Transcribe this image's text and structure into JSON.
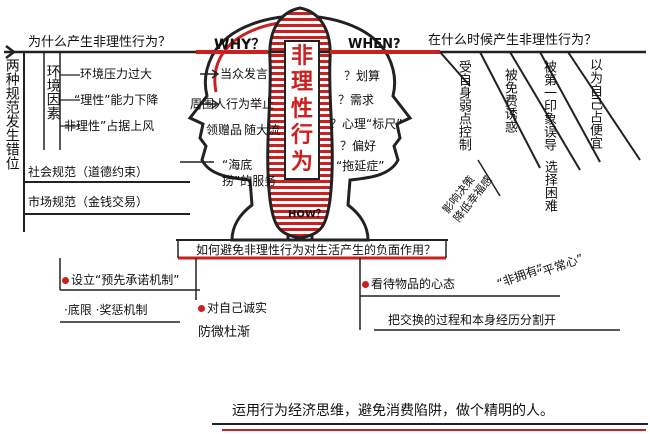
{
  "center": {
    "title_chars": [
      "非",
      "理",
      "性",
      "行",
      "为"
    ],
    "why": "WHY？",
    "when": "WHEN?",
    "how": "HOW？"
  },
  "left": {
    "question": "为什么产生非理性行为？",
    "side_chars": [
      "两",
      "种",
      "规",
      "范",
      "发",
      "生",
      "错",
      "位"
    ],
    "env_label_chars": [
      "环",
      "境",
      "因",
      "素"
    ],
    "env_items": [
      "环境压力过大",
      "“理性”能力下降",
      "非理性”占据上风"
    ],
    "social_norm": "社会规范（道德约束）",
    "market_norm": "市场规范（金钱交易）"
  },
  "head_left": {
    "items": [
      "当众发言",
      "周围人行为举止",
      "领赠品",
      "随大流",
      "“海底捞”的服务"
    ]
  },
  "head_right": {
    "items": [
      "？划算",
      "？需求",
      "？心理“标尺”",
      "？偏好",
      "“拖延症”"
    ]
  },
  "right": {
    "question": "在什么时候产生非理性行为？",
    "col_self": [
      "受",
      "自",
      "身",
      "弱",
      "点",
      "控",
      "制"
    ],
    "col_choice": [
      "选",
      "择",
      "困",
      "难"
    ],
    "col_cheap": [
      "被",
      "免",
      "费",
      "诱",
      "惑"
    ],
    "col_first": [
      "被",
      "第",
      "一",
      "印",
      "象",
      "误",
      "导"
    ],
    "col_bargain": [
      "以",
      "为",
      "自",
      "己",
      "占",
      "便",
      "宜"
    ],
    "influence": [
      "影响决策",
      "降低幸福感"
    ]
  },
  "bottom": {
    "question": "如何避免非理性行为对生活产生的负面作用？",
    "plan": "设立“预先承诺机制”",
    "plan_sub": "·底限 ·奖惩机制",
    "honest": "对自己诚实",
    "honest_sub": "防微杜渐",
    "attitude": "看待物品的心态",
    "attitude_tags": [
      "“非拥有”",
      "“平常心”"
    ],
    "separate": "把交换的过程和本身经历分割开",
    "motto": "运用行为经济思维，避免消费陷阱，做个精明的人。"
  }
}
